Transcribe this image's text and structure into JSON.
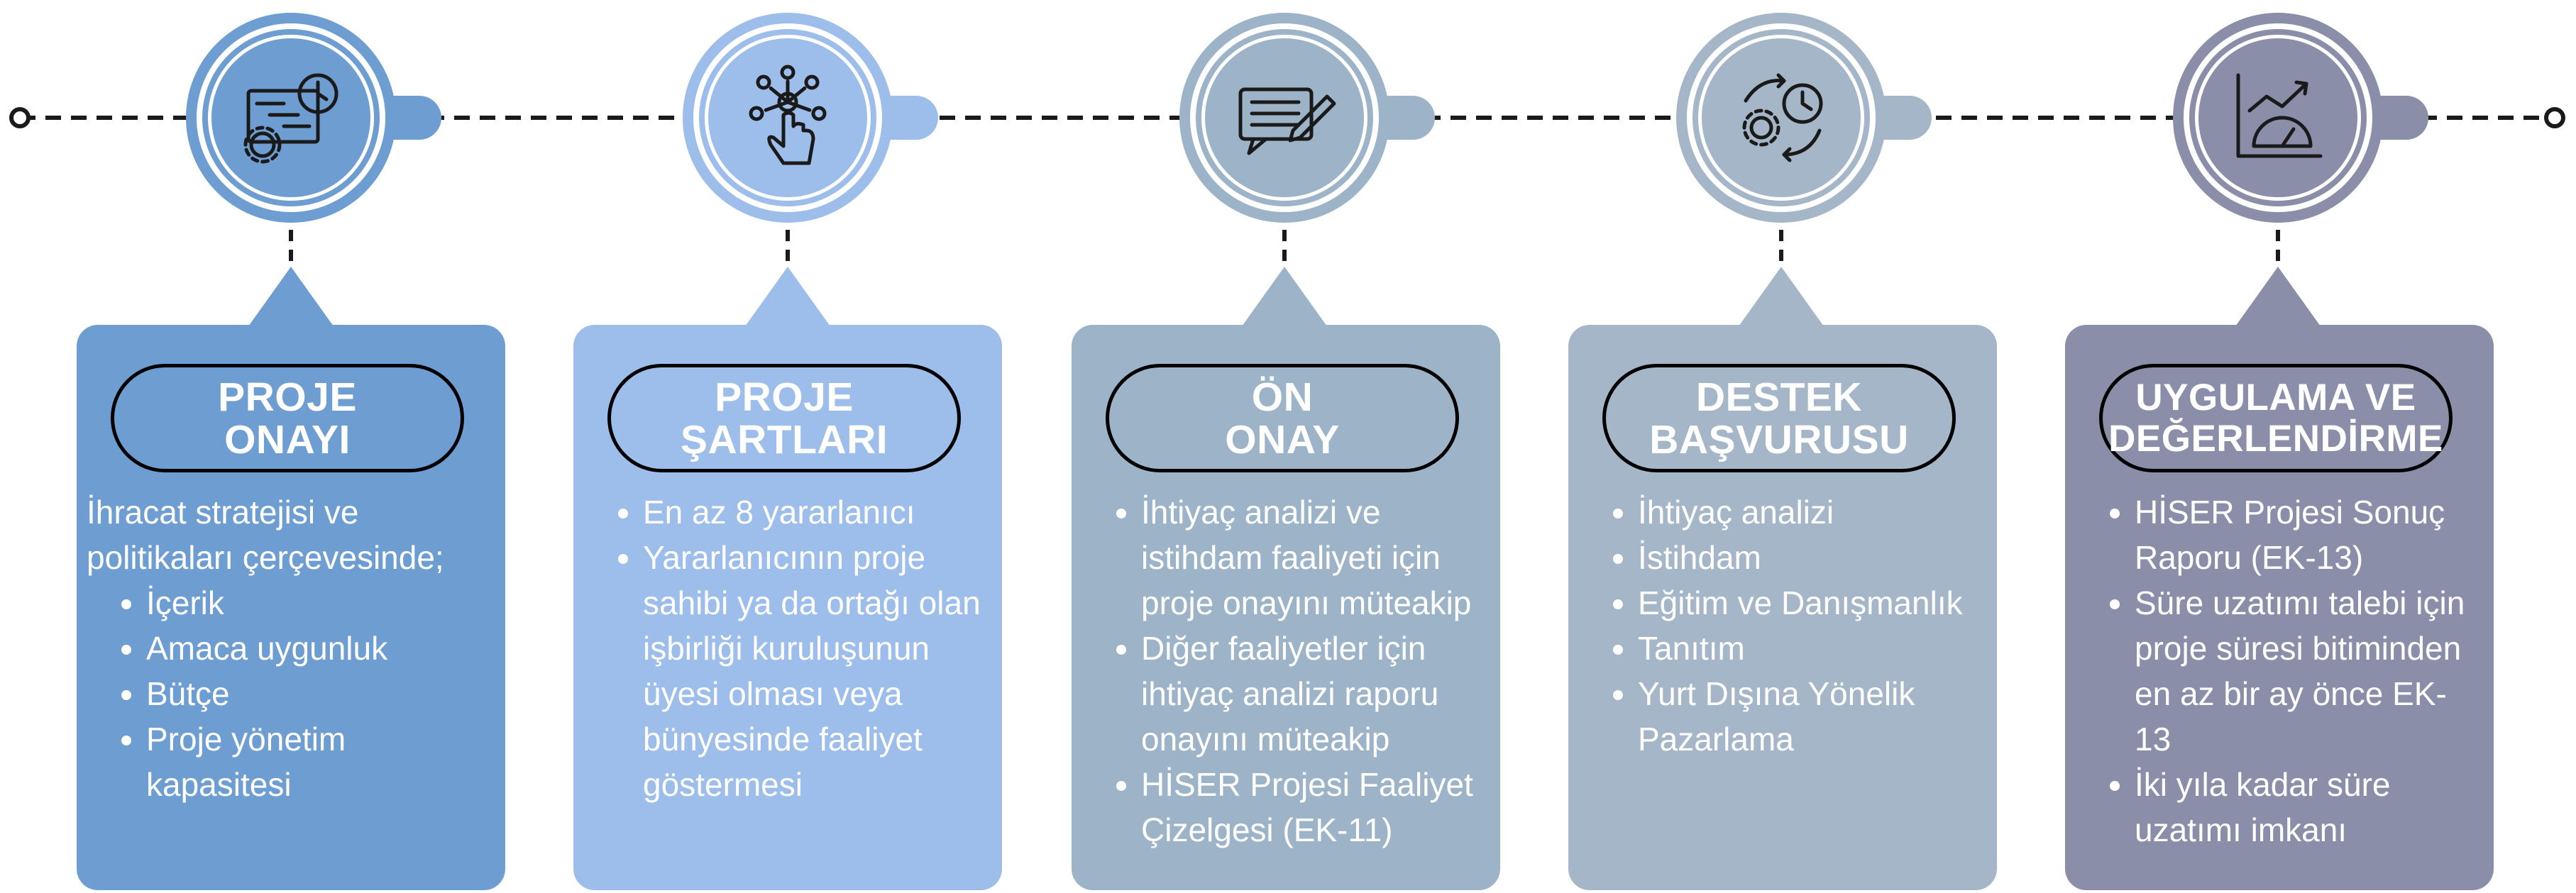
{
  "colors": {
    "step1": "#6e9ed1",
    "step2": "#9dbeea",
    "step3": "#9db4c8",
    "step4": "#a5b6c8",
    "step5": "#8b8ea8",
    "line": "#1a1a1a"
  },
  "steps": [
    {
      "icon": "gantt-gear-clock-icon",
      "title": "PROJE\nONAYI",
      "intro": "İhracat stratejisi ve politikaları çerçevesinde;",
      "items": [
        "İçerik",
        "Amaca uygunluk",
        "Bütçe",
        "Proje yönetim kapasitesi"
      ]
    },
    {
      "icon": "hand-network-icon",
      "title": "PROJE\nŞARTLARI",
      "intro": "",
      "items": [
        "En az 8 yararlanıcı",
        "Yararlanıcının proje sahibi ya da ortağı olan işbirliği kuruluşunun üyesi olması veya bünyesinde faaliyet göstermesi"
      ]
    },
    {
      "icon": "document-pen-icon",
      "title": "ÖN\nONAY",
      "intro": "",
      "items": [
        "İhtiyaç analizi ve istihdam faaliyeti için proje onayını müteakip",
        "Diğer faaliyetler için ihtiyaç analizi raporu onayını müteakip",
        "HİSER Projesi Faaliyet Çizelgesi (EK-11)"
      ]
    },
    {
      "icon": "gear-clock-cycle-icon",
      "title": "DESTEK\nBAŞVURUSU",
      "intro": "",
      "items": [
        "İhtiyaç analizi",
        "İstihdam",
        "Eğitim ve Danışmanlık",
        "Tanıtım",
        "Yurt Dışına Yönelik Pazarlama"
      ]
    },
    {
      "icon": "chart-gauge-icon",
      "title": "UYGULAMA VE\nDEĞERLENDİRME",
      "intro": "",
      "items": [
        "HİSER Projesi Sonuç Raporu (EK-13)",
        "Süre uzatımı talebi için proje süresi bitiminden en az bir ay önce EK-13",
        "İki yıla kadar süre uzatımı imkanı"
      ]
    }
  ]
}
